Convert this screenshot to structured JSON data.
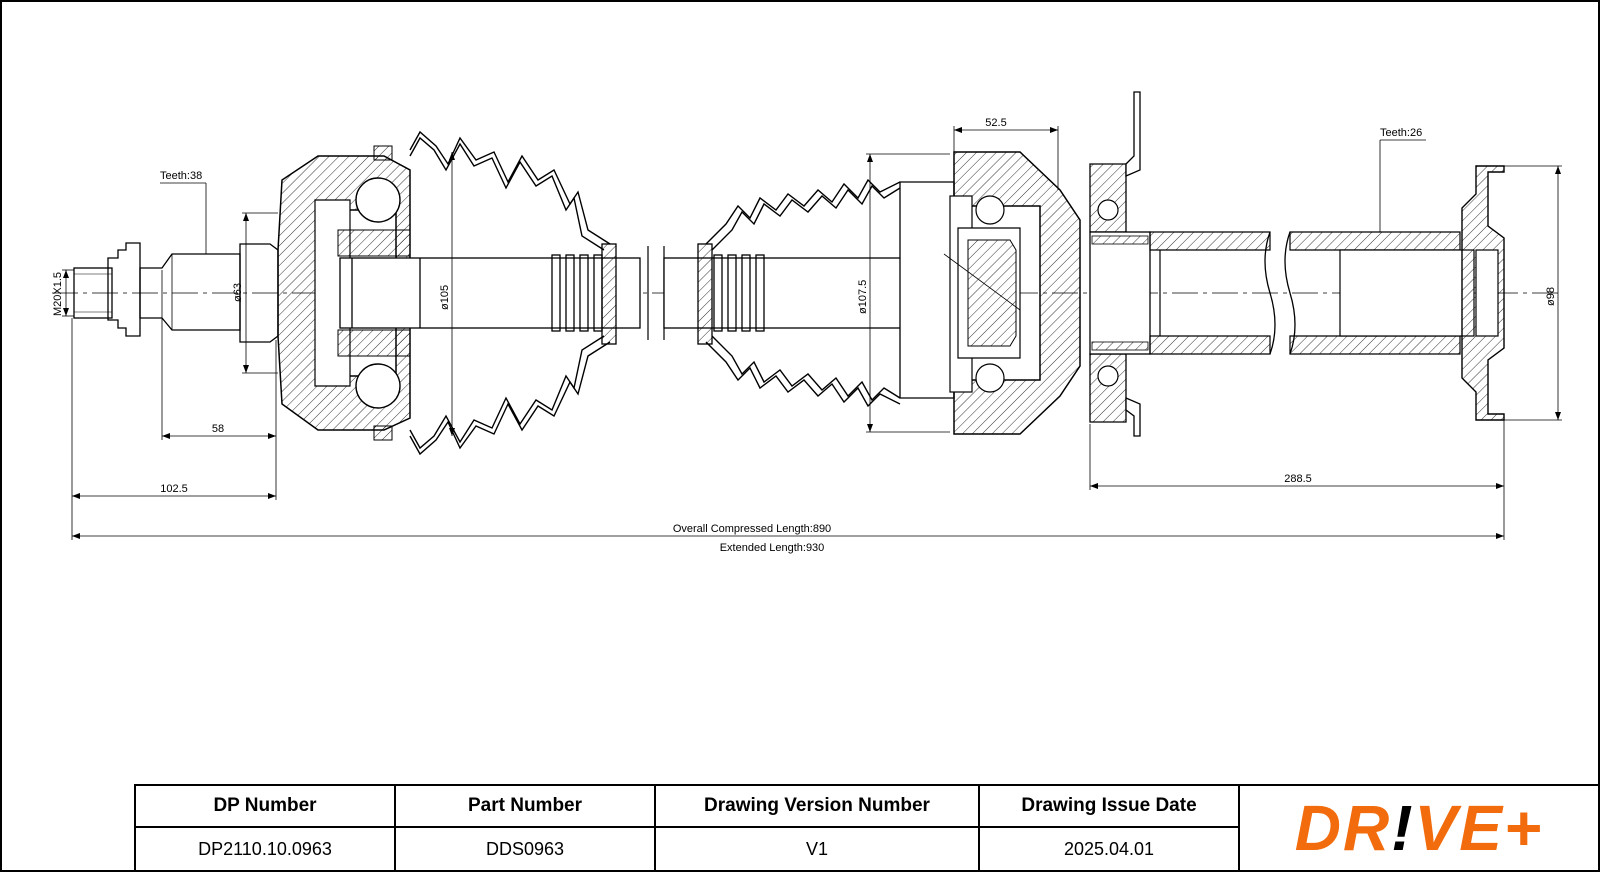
{
  "drawing": {
    "labels": {
      "teeth_left": "Teeth:38",
      "teeth_right": "Teeth:26",
      "thread": "M20X1.5",
      "dia_63": "ø63",
      "dia_105": "ø105",
      "dia_107_5": "ø107.5",
      "dia_98": "ø98",
      "dim_52_5": "52.5",
      "dim_58": "58",
      "dim_102_5": "102.5",
      "dim_288_5": "288.5",
      "overall": "Overall Compressed Length:890",
      "extended": "Extended Length:930"
    }
  },
  "title_block": {
    "headers": [
      "DP Number",
      "Part Number",
      "Drawing Version Number",
      "Drawing Issue Date"
    ],
    "values": [
      "DP2110.10.0963",
      "DDS0963",
      "V1",
      "2025.04.01"
    ]
  },
  "logo": {
    "text_dr": "DR",
    "text_i": "!",
    "text_ve": "VE",
    "text_plus": "+",
    "color_brand": "#f26c0d",
    "color_dark": "#000000"
  }
}
